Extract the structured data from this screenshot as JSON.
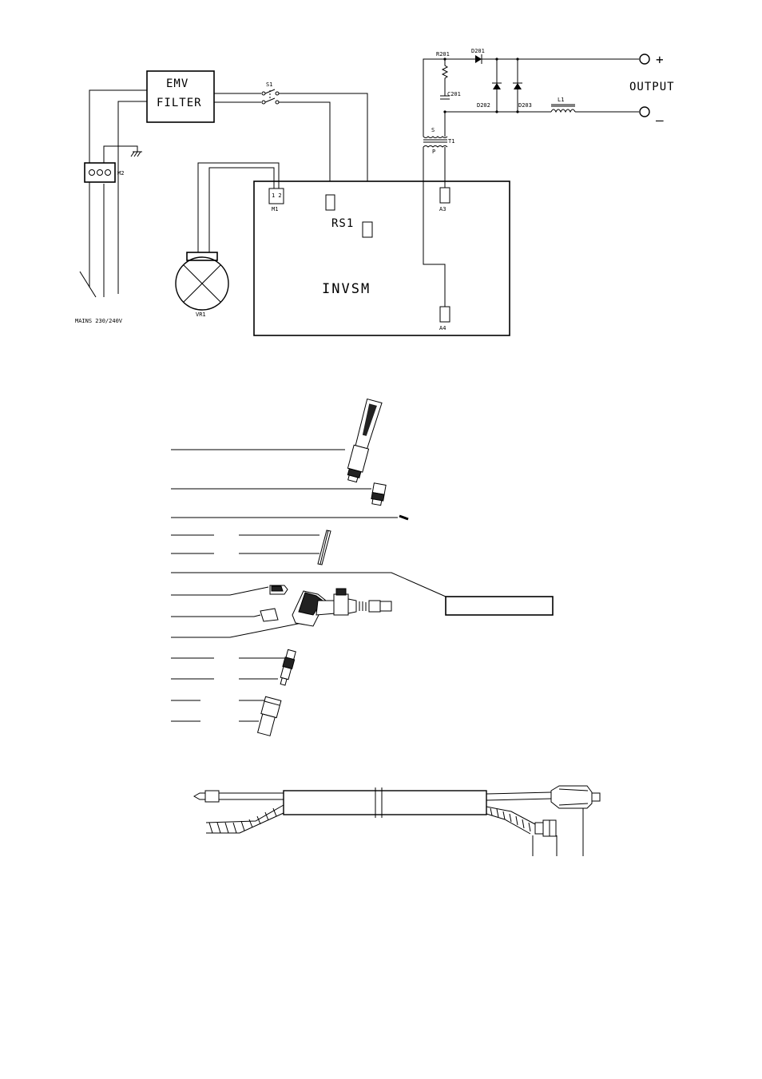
{
  "schematic": {
    "emv_filter_line1": "EMV",
    "emv_filter_line2": "FILTER",
    "switch": "S1",
    "m2": "M2",
    "mains": "MAINS 230/240V",
    "vr1": "VR1",
    "m1": "M1",
    "m1_pins": "1 2",
    "rs1": "RS1",
    "invsm": "INVSM",
    "a3": "A3",
    "a4": "A4",
    "r201": "R201",
    "d201": "D201",
    "c201": "C201",
    "d202": "D202",
    "d203": "D203",
    "l1": "L1",
    "t1": "T1",
    "s": "S",
    "p": "P",
    "output": "OUTPUT",
    "plus": "+",
    "minus": "–"
  },
  "parts_list": {
    "title_box_text": ""
  }
}
